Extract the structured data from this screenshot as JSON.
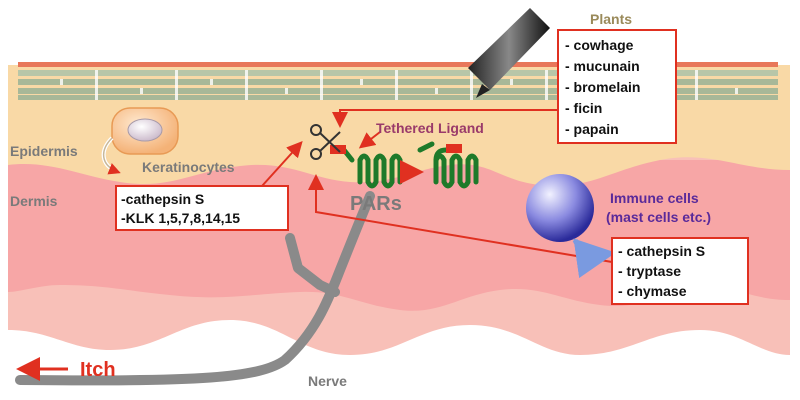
{
  "labels": {
    "plants_title": "Plants",
    "epidermis": "Epidermis",
    "dermis": "Dermis",
    "keratinocytes": "Keratinocytes",
    "tethered_ligand": "Tethered Ligand",
    "pars": "PARs",
    "immune_title_1": "Immune cells",
    "immune_title_2": "(mast cells etc.)",
    "nerve": "Nerve",
    "itch": "Itch"
  },
  "plant_proteases": [
    "- cowhage",
    "- mucunain",
    "- bromelain",
    "- ficin",
    "- papain"
  ],
  "keratinocyte_proteases": [
    "-cathepsin S",
    "-KLK 1,5,7,8,14,15"
  ],
  "immune_proteases": [
    "- cathepsin S",
    "- tryptase",
    "- chymase"
  ],
  "colors": {
    "epidermis": "#f9d9a6",
    "dermis": "#f7a6a6",
    "dermis_deep": "#f8bfb6",
    "box_border": "#e03020",
    "arrow": "#e03020",
    "receptor": "#1e7a2a",
    "nerve": "#8a8a8a",
    "immune_text": "#5a2a9a",
    "tethered_text": "#9a3a6a",
    "gray_text": "#7a7a7a"
  }
}
